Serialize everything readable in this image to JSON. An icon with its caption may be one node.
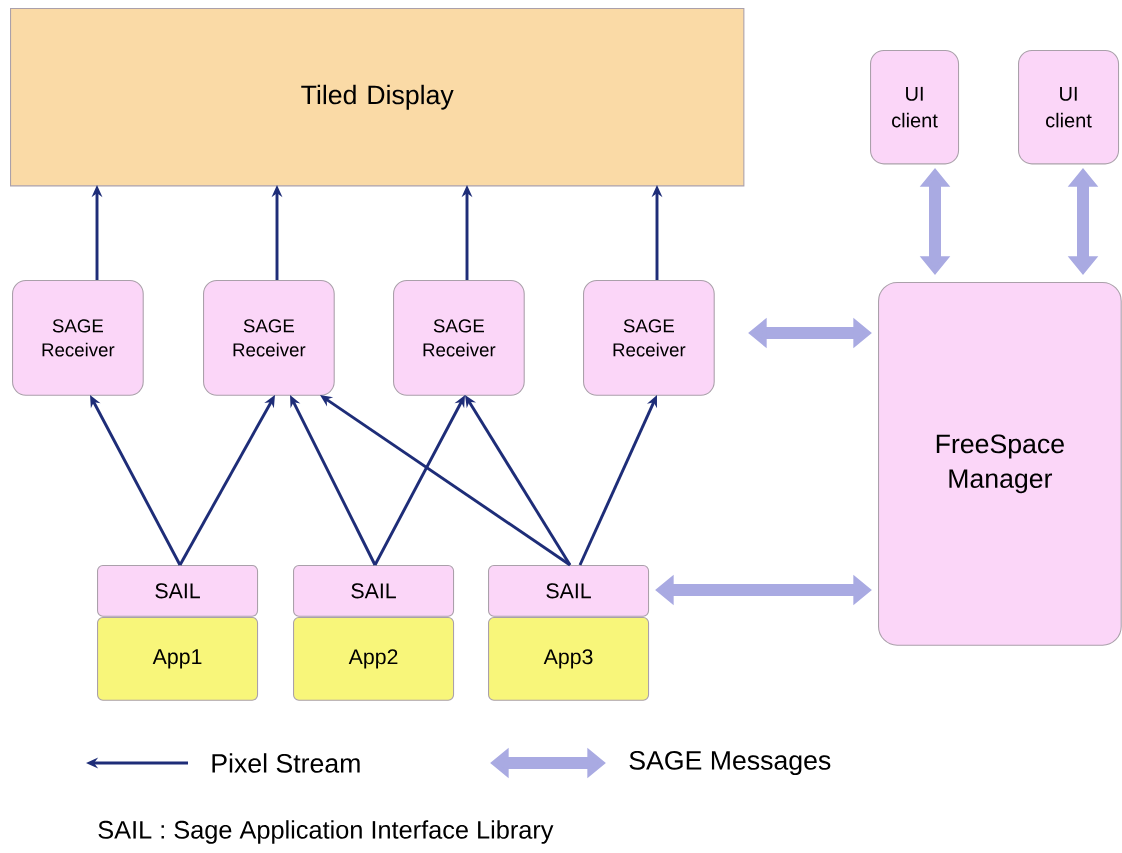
{
  "diagram": {
    "nodes": [
      {
        "text": [
          "Tiled Display"
        ]
      },
      {
        "text": [
          "UI client"
        ]
      },
      {
        "text": [
          "UI client"
        ]
      },
      {
        "text": [
          "SAGE Receiver"
        ]
      },
      {
        "text": [
          "SAGE Receiver"
        ]
      },
      {
        "text": [
          "SAGE Receiver"
        ]
      },
      {
        "text": [
          "SAGE Receiver"
        ]
      },
      {
        "text": [
          "FreeSpace Manager"
        ]
      },
      {
        "text": [
          "SAIL"
        ]
      },
      {
        "text": [
          "App1"
        ]
      },
      {
        "text": [
          "SAIL"
        ]
      },
      {
        "text": [
          "App2"
        ]
      },
      {
        "text": [
          "SAIL"
        ]
      },
      {
        "text": [
          "App3"
        ]
      }
    ],
    "edges": [
      {
        "from": 3,
        "to": 0,
        "arrow": "to"
      },
      {
        "from": 4,
        "to": 0,
        "arrow": "to"
      },
      {
        "from": 5,
        "to": 0,
        "arrow": "to"
      },
      {
        "from": 6,
        "to": 0,
        "arrow": "to"
      },
      {
        "from": 8,
        "to": 3,
        "arrow": "to"
      },
      {
        "from": 8,
        "to": 4,
        "arrow": "to"
      },
      {
        "from": 10,
        "to": 4,
        "arrow": "to"
      },
      {
        "from": 10,
        "to": 5,
        "arrow": "to"
      },
      {
        "from": 12,
        "to": 4,
        "arrow": "to"
      },
      {
        "from": 12,
        "to": 5,
        "arrow": "to"
      },
      {
        "from": 12,
        "to": 6,
        "arrow": "to"
      },
      {
        "from": 1,
        "to": 7,
        "arrow": "both",
        "style": "thick",
        "color": "#a9aae2"
      },
      {
        "from": 2,
        "to": 7,
        "arrow": "both",
        "style": "thick",
        "color": "#a9aae2"
      },
      {
        "from": 6,
        "to": 7,
        "arrow": "both",
        "style": "thick",
        "color": "#a9aae2"
      },
      {
        "from": 12,
        "to": 7,
        "arrow": "both",
        "style": "thick",
        "color": "#a9aae2"
      }
    ],
    "labels": [
      "SAIL : Sage Application Interface Library"
    ],
    "legend": [
      {
        "text": "Pixel Stream"
      },
      {
        "text": "SAGE Messages"
      }
    ]
  }
}
